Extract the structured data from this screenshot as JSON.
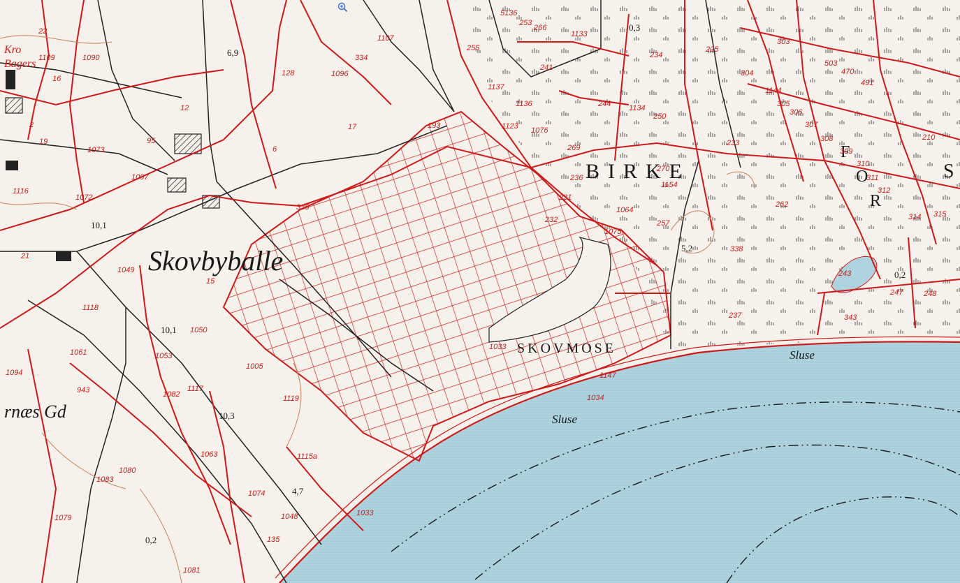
{
  "map": {
    "place_names": {
      "skovbyballe": "Skovbyballe",
      "birke": "BIRKE",
      "skovmose": "SKOVMOSE",
      "farm": "rnæs Gd",
      "kro": "Kro",
      "bagers": "Bagers",
      "letter_s": "S",
      "letters_for": [
        "F",
        "O",
        "R"
      ]
    },
    "water_labels": [
      "Sluse",
      "Sluse"
    ],
    "elevations": [
      "6,9",
      "0,3",
      "10,1",
      "10,1",
      "10,3",
      "4,7",
      "0,2",
      "5,2",
      "0,2"
    ],
    "parcels": [
      "22",
      "1109",
      "1090",
      "16",
      "12",
      "95",
      "2",
      "19",
      "1073",
      "1097",
      "1116",
      "1072",
      "21",
      "1049",
      "15",
      "1118",
      "1050",
      "1061",
      "1053",
      "1094",
      "943",
      "1082",
      "1117",
      "1005",
      "1119",
      "1063",
      "1115a",
      "1080",
      "1083",
      "1079",
      "1081",
      "135",
      "1074",
      "1048",
      "1033",
      "1107",
      "334",
      "1096",
      "128",
      "17",
      "6",
      "335",
      "255",
      "241",
      "1137",
      "1136",
      "1123",
      "1076",
      "244",
      "1134",
      "250",
      "269",
      "236",
      "193",
      "1064",
      "257",
      "1033",
      "1034",
      "1147",
      "5136",
      "253",
      "266",
      "1133",
      "234",
      "225",
      "304",
      "1144",
      "303",
      "503",
      "470",
      "491",
      "305",
      "306",
      "307",
      "308",
      "309",
      "310",
      "311",
      "312",
      "314",
      "315",
      "210",
      "233",
      "262",
      "338",
      "237",
      "343",
      "243",
      "247",
      "248",
      "231",
      "232",
      "1154",
      "270",
      "1075"
    ]
  },
  "colors": {
    "paper": "#f6f1ea",
    "water": "#aed3de",
    "parcel_line": "#cc1a1a",
    "ink": "#222222"
  },
  "icons": {
    "zoom": "zoom-in-icon"
  }
}
